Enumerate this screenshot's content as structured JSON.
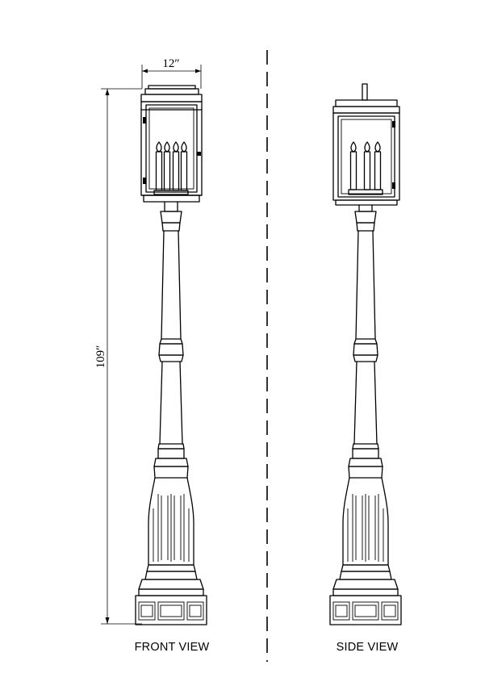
{
  "dimensions": {
    "width_label": "12″",
    "height_label": "109″"
  },
  "views": {
    "front": {
      "caption": "FRONT VIEW"
    },
    "side": {
      "caption": "SIDE VIEW"
    }
  }
}
